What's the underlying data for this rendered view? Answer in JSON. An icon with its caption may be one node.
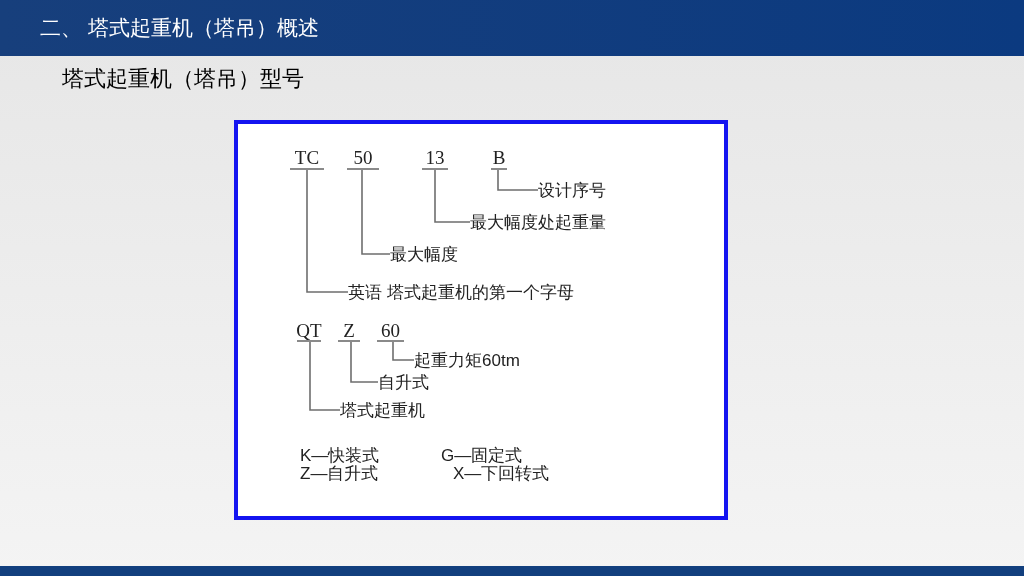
{
  "diagram": {
    "title": "二、 塔式起重机（塔吊）概述",
    "nodes": [
      {
        "text": [
          "TC"
        ]
      },
      {
        "text": [
          "50"
        ]
      },
      {
        "text": [
          "13"
        ]
      },
      {
        "text": [
          "B"
        ]
      },
      {
        "text": [
          "设计序号"
        ]
      },
      {
        "text": [
          "最大幅度处起重量"
        ]
      },
      {
        "text": [
          "最大幅度"
        ]
      },
      {
        "text": [
          "英语 塔式起重机的第一个字母"
        ]
      },
      {
        "text": [
          "QT"
        ]
      },
      {
        "text": [
          "Z"
        ]
      },
      {
        "text": [
          "60"
        ]
      },
      {
        "text": [
          "起重力矩60tm"
        ]
      },
      {
        "text": [
          "自升式"
        ]
      },
      {
        "text": [
          "塔式起重机"
        ]
      }
    ],
    "edges": [
      {
        "from": 3,
        "to": 4,
        "arrow": "none"
      },
      {
        "from": 2,
        "to": 5,
        "arrow": "none"
      },
      {
        "from": 1,
        "to": 6,
        "arrow": "none"
      },
      {
        "from": 0,
        "to": 7,
        "arrow": "none"
      },
      {
        "from": 10,
        "to": 11,
        "arrow": "none"
      },
      {
        "from": 9,
        "to": 12,
        "arrow": "none"
      },
      {
        "from": 8,
        "to": 13,
        "arrow": "none"
      }
    ],
    "labels": [
      "塔式起重机（塔吊）型号",
      "K—快装式",
      "G—固定式",
      "Z—自升式",
      "X—下回转式"
    ]
  }
}
